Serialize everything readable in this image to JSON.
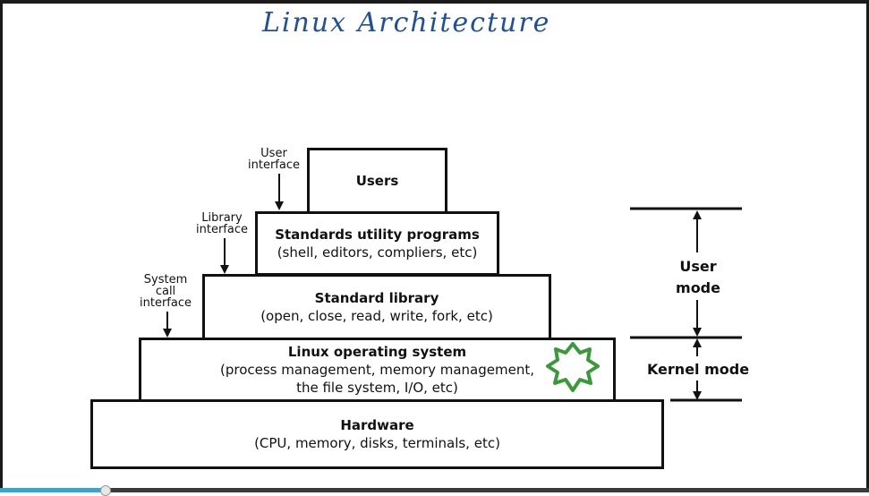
{
  "title": "Linux Architecture",
  "layers": {
    "users": {
      "title": "Users"
    },
    "utilities": {
      "title": "Standards utility programs",
      "subtitle": "(shell, editors, compliers, etc)"
    },
    "library": {
      "title": "Standard library",
      "subtitle": "(open, close, read, write, fork, etc)"
    },
    "os": {
      "title": "Linux operating system",
      "subtitle_line1": "(process management, memory management,",
      "subtitle_line2": "the file system, I/O, etc)"
    },
    "hardware": {
      "title": "Hardware",
      "subtitle": "(CPU, memory, disks, terminals, etc)"
    }
  },
  "interfaces": {
    "user": {
      "line1": "User",
      "line2": "interface"
    },
    "library": {
      "line1": "Library",
      "line2": "interface"
    },
    "syscall": {
      "line1": "System",
      "line2": "call",
      "line3": "interface"
    }
  },
  "modes": {
    "user": {
      "line1": "User",
      "line2": "mode"
    },
    "kernel": {
      "label": "Kernel mode"
    }
  },
  "colors": {
    "title": "#1f4fa0",
    "starburst": "#3a9a3a",
    "progress": "#2fa8d8"
  },
  "playback_progress": 0.12
}
